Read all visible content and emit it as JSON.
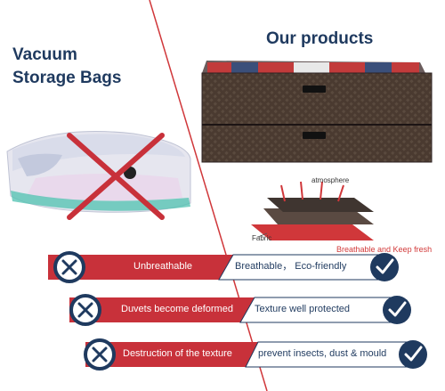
{
  "left": {
    "title_line1": "Vacuum",
    "title_line2": "Storage Bags"
  },
  "right": {
    "title": "Our products",
    "diagram": {
      "top_label": "atmosphere",
      "side_label": "Fabric",
      "caption": "Breathable and Keep fresh"
    }
  },
  "comparison": [
    {
      "bad": "Unbreathable",
      "good": "Breathable， Eco-friendly"
    },
    {
      "bad": "Duvets become deformed",
      "good": "Texture well protected"
    },
    {
      "bad": "Destruction of the texture",
      "good": "prevent insects, dust & mould"
    }
  ],
  "colors": {
    "navy": "#1f3a5f",
    "red": "#c8313a",
    "divider": "#d0373a"
  }
}
